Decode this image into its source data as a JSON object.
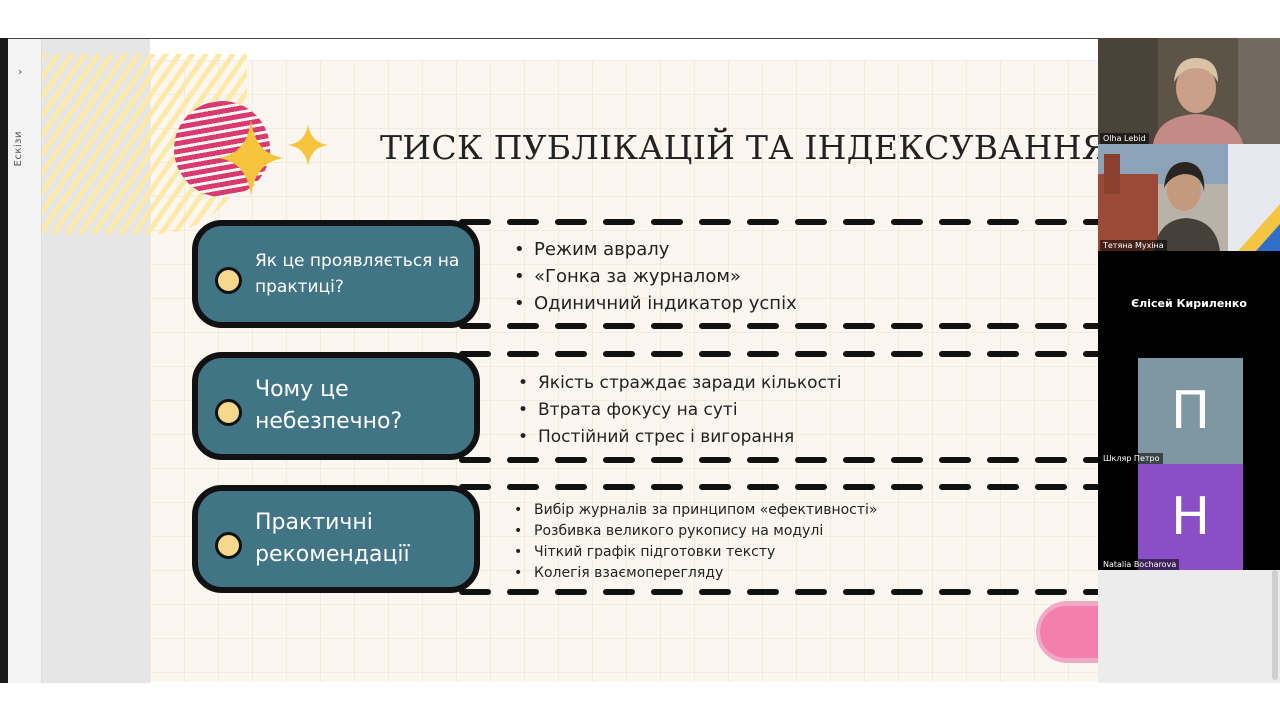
{
  "presentation": {
    "thumbnails_label": "Ескізи",
    "slide": {
      "title": "ТИСК ПУБЛІКАЦІЙ ТА ІНДЕКСУВАННЯ",
      "sections": [
        {
          "heading": "Як це проявляється на\nпрактиці?",
          "bullets": [
            "Режим авралу",
            "«Гонка за журналом»",
            "Одиничний індикатор успіх"
          ]
        },
        {
          "heading": "Чому це\nнебезпечно?",
          "bullets": [
            "Якість страждає заради кількості",
            "Втрата фокусу на суті",
            "Постійний стрес і вигорання"
          ]
        },
        {
          "heading": "Практичні\nрекомендації",
          "bullets": [
            "Вибір журналів за принципом «ефективності»",
            "Розбивка великого рукопису на модулі",
            "Чіткий графік підготовки тексту",
            "Колегія взаємоперегляду"
          ]
        }
      ]
    }
  },
  "participants": [
    {
      "name": "Olha Lebid",
      "type": "video"
    },
    {
      "name": "Тетяна Мухіна",
      "type": "video"
    },
    {
      "name": "Єлісей Кириленко",
      "type": "name-only"
    },
    {
      "name": "Шкляр Петро",
      "type": "avatar",
      "initial": "П",
      "color": "#7f97a2"
    },
    {
      "name": "Natalia Bocharova",
      "type": "avatar",
      "initial": "Н",
      "color": "#8a4fc7"
    }
  ],
  "colors": {
    "pill": "#417585",
    "dot": "#f6d88d",
    "accent_pink": "#d93a72",
    "star": "#f7c53c",
    "arrow_pink": "#f04e8a"
  },
  "icons": {
    "thumbnails_toggle": "chevron-right-icon",
    "decor": [
      "sparkle-icon",
      "arrows-icon"
    ]
  }
}
